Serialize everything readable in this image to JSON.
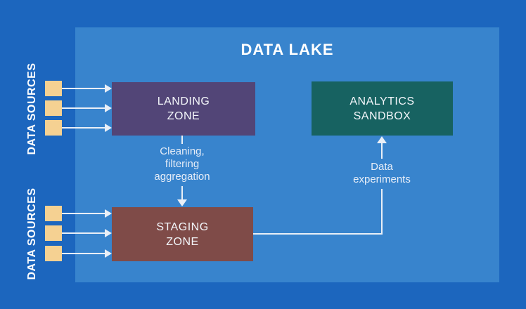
{
  "title": "DATA LAKE",
  "sources": {
    "top": {
      "label": "DATA SOURCES"
    },
    "bottom": {
      "label": "DATA SOURCES"
    }
  },
  "zones": {
    "landing": {
      "label": "LANDING\nZONE"
    },
    "staging": {
      "label": "STAGING\nZONE"
    },
    "analytics": {
      "label": "ANALYTICS\nSANDBOX"
    }
  },
  "flows": {
    "cleaning": {
      "label": "Cleaning,\nfiltering\naggregation"
    },
    "experiments": {
      "label": "Data\nexperiments"
    }
  },
  "colors": {
    "outer-bg": "#1c66be",
    "inner-bg": "#3884cd",
    "landing-zone": "#524577",
    "staging-zone": "#7f4b48",
    "analytics-sandbox": "#176261",
    "source-square": "#f5d192",
    "line": "#e9eff7",
    "title-text": "#ffffff"
  }
}
